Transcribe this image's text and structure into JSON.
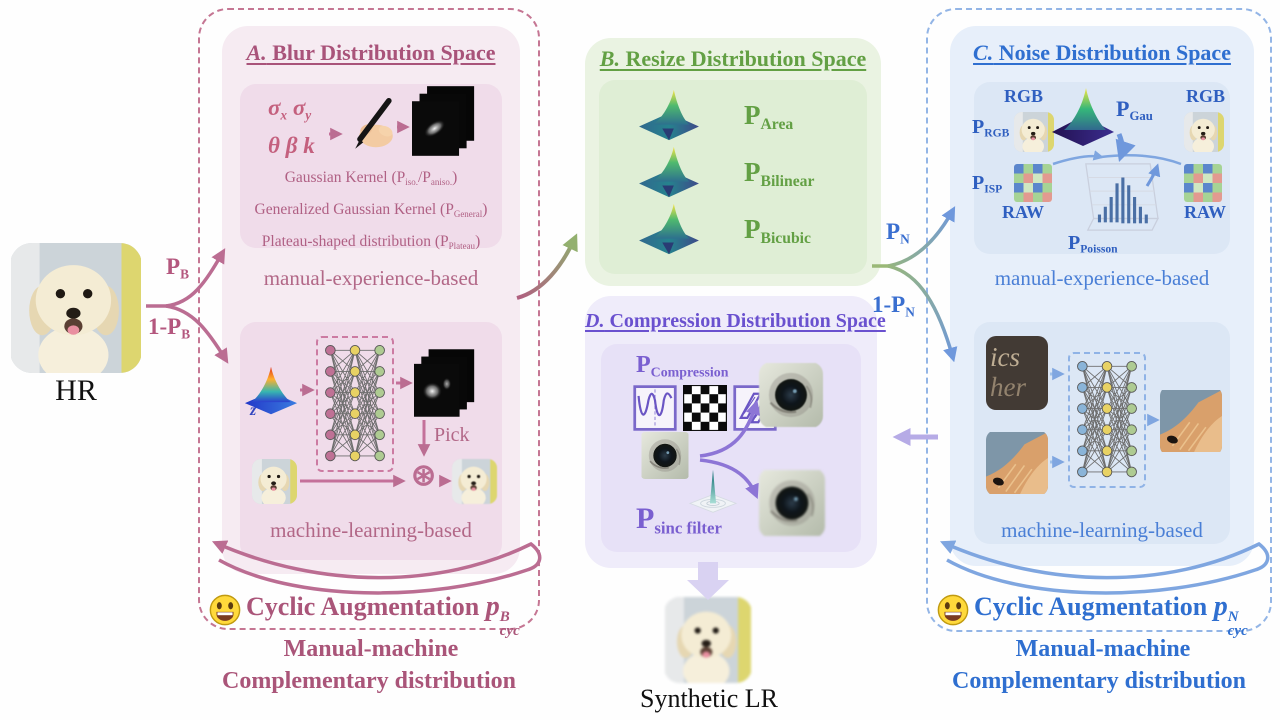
{
  "hr": {
    "label": "HR"
  },
  "synthetic": {
    "label": "Synthetic LR"
  },
  "flow": {
    "p_b": {
      "base": "P",
      "sub": "B"
    },
    "one_minus_p_b": {
      "base": "1-P",
      "sub": "B"
    },
    "p_n": {
      "base": "P",
      "sub": "N"
    },
    "one_minus_p_n": {
      "base": "1-P",
      "sub": "N"
    }
  },
  "panelA": {
    "title": {
      "letter": "A.",
      "rest": " Blur Distribution Space"
    },
    "params": {
      "sigma1": "σ",
      "sigma1_sub": "x",
      "sigma2": "σ",
      "sigma2_sub": "y",
      "line2": "θ β k"
    },
    "kernel_lines": [
      {
        "pre": "Gaussian Kernel (P",
        "sub1": "iso.",
        "mid": "/P",
        "sub2": "aniso.",
        "post": ")"
      },
      {
        "pre": "Generalized Gaussian Kernel (P",
        "sub1": "General",
        "post": ")"
      },
      {
        "pre": "Plateau-shaped distribution (P",
        "sub1": "Plateau",
        "post": ")"
      }
    ],
    "manual_label": "manual-experience-based",
    "machine_label": "machine-learning-based",
    "z_label": "z",
    "pick_label": "Pick",
    "conv_symbol": "⊛",
    "cyclic": {
      "label": "Cyclic Augmentation",
      "p": "p",
      "sup": "B",
      "sub": "cyc"
    },
    "footer_line1": "Manual-machine",
    "footer_line2": "Complementary distribution"
  },
  "panelB": {
    "title": {
      "letter": "B.",
      "rest": " Resize Distribution Space"
    },
    "items": [
      {
        "base": "P",
        "sub": "Area"
      },
      {
        "base": "P",
        "sub": "Bilinear"
      },
      {
        "base": "P",
        "sub": "Bicubic"
      }
    ]
  },
  "panelC": {
    "title": {
      "letter": "C.",
      "rest": " Noise Distribution Space"
    },
    "rgb_left": "RGB",
    "rgb_right": "RGB",
    "raw_left": "RAW",
    "raw_right": "RAW",
    "p_rgb": {
      "base": "P",
      "sub": "RGB"
    },
    "p_isp": {
      "base": "P",
      "sub": "ISP"
    },
    "p_gau": {
      "base": "P",
      "sub": "Gau"
    },
    "p_poisson": {
      "base": "P",
      "sub": "Poisson"
    },
    "sample_text1": "ics",
    "sample_text2": "her",
    "manual_label": "manual-experience-based",
    "machine_label": "machine-learning-based",
    "cyclic": {
      "label": "Cyclic Augmentation",
      "p": "p",
      "sup": "N",
      "sub": "cyc"
    },
    "footer_line1": "Manual-machine",
    "footer_line2": "Complementary distribution"
  },
  "panelD": {
    "title": {
      "letter": "D.",
      "rest": " Compression Distribution Space"
    },
    "p_compression": {
      "base": "P",
      "sub": "Compression"
    },
    "p_sinc": {
      "base": "P",
      "sub": "sinc filter"
    }
  }
}
